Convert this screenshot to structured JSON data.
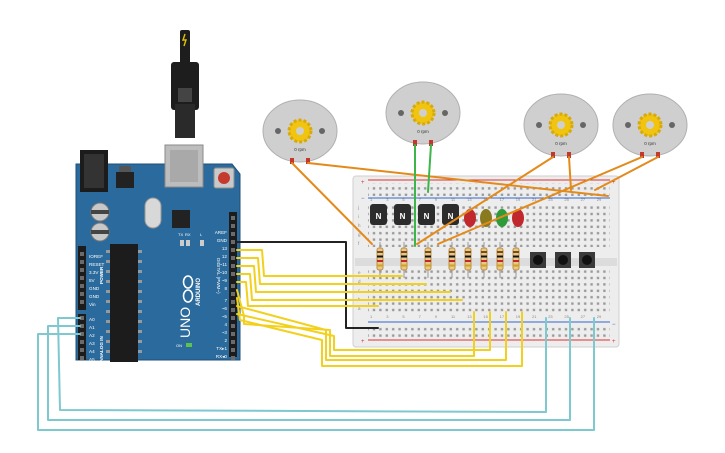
{
  "arduino": {
    "logo_text": "ARDUINO",
    "model": "UNO",
    "aref": "AREF",
    "gnd": "GND",
    "pins_top": [
      "13",
      "12",
      "~11",
      "~10",
      "~9",
      "8"
    ],
    "pins_bottom": [
      "7",
      "~6",
      "~5",
      "4",
      "~3",
      "2"
    ],
    "tx": "TX▸1",
    "rx": "RX◂0",
    "digital_label": "DIGITAL (PWM~)",
    "power_pins": [
      "IOREF",
      "RESET",
      "3.3V",
      "5V",
      "GND",
      "GND",
      "Vin"
    ],
    "power_label": "POWER",
    "analog_pins": [
      "A0",
      "A1",
      "A2",
      "A3",
      "A4",
      "A5"
    ],
    "analog_label": "ANALOG IN",
    "led_labels": [
      "TX",
      "RX",
      "L",
      "ON"
    ]
  },
  "motors": [
    {
      "rpm_label": "0 rpm"
    },
    {
      "rpm_label": "0 rpm"
    },
    {
      "rpm_label": "0 rpm"
    },
    {
      "rpm_label": "0 rpm"
    }
  ],
  "transistors": [
    "N",
    "N",
    "N",
    "N"
  ],
  "breadboard": {
    "plus_sign": "+",
    "minus_sign": "−",
    "row_letters_top": [
      "j",
      "i",
      "h",
      "g",
      "f"
    ],
    "row_letters_bottom": [
      "e",
      "d",
      "c",
      "b",
      "a"
    ],
    "col_numbers": [
      "1",
      "3",
      "5",
      "7",
      "9",
      "11",
      "13",
      "15",
      "17",
      "19",
      "21",
      "23",
      "25",
      "27",
      "29"
    ]
  },
  "colors": {
    "board": "#2b6a9c",
    "wire_yellow": "#f2d11e",
    "wire_orange": "#e48a1a",
    "wire_green": "#3db54a",
    "wire_teal": "#7ec8cf",
    "wire_black": "#222222",
    "led_red": "#c0282d",
    "led_olive": "#8a7a1e",
    "led_green": "#2f9a3a"
  }
}
